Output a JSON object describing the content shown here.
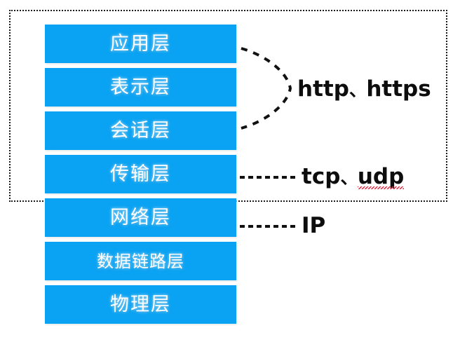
{
  "diagram": {
    "title": "OSI seven-layer network model with protocol annotations",
    "accent_color": "#0aa2f2",
    "text_color": "#0d0d0d",
    "label_color": "#ffffff",
    "spellcheck_color": "#e8203c",
    "group_border_color": "#1a1a1a"
  },
  "layers": [
    {
      "label": "应用层",
      "index": 7
    },
    {
      "label": "表示层",
      "index": 6
    },
    {
      "label": "会话层",
      "index": 5
    },
    {
      "label": "传输层",
      "index": 4
    },
    {
      "label": "网络层",
      "index": 3
    },
    {
      "label": "数据链路层",
      "index": 2
    },
    {
      "label": "物理层",
      "index": 1
    }
  ],
  "notes": {
    "http": {
      "protocol_1": "http",
      "separator": "、",
      "protocol_2": "https"
    },
    "transport": {
      "protocol_1": "tcp",
      "separator": "、",
      "protocol_2": "udp"
    },
    "network": {
      "protocol_1": "IP"
    }
  }
}
